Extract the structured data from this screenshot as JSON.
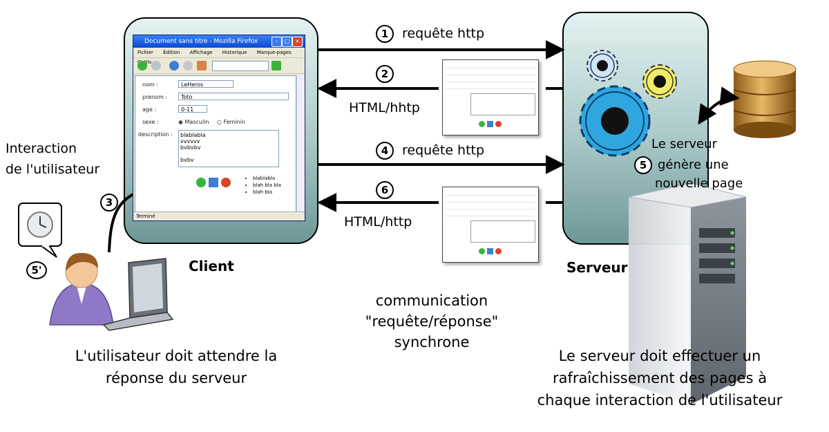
{
  "arrows": {
    "a1": {
      "num": "1",
      "label": "requête http"
    },
    "a2": {
      "num": "2",
      "label": "HTML/hhtp"
    },
    "a4": {
      "num": "4",
      "label": "requête http"
    },
    "a6": {
      "num": "6",
      "label": "HTML/http"
    }
  },
  "client": {
    "label": "Client",
    "interaction_line1": "Interaction",
    "interaction_line2": "de l'utilisateur",
    "step3": "3",
    "step5p": "5'",
    "caption_line1": "L'utilisateur doit attendre la",
    "caption_line2": "réponse du serveur"
  },
  "server": {
    "label": "Serveur",
    "gen_line1": "Le serveur",
    "gen_num": "5",
    "gen_line2": "génère une",
    "gen_line3": "nouvelle page",
    "caption_line1": "Le serveur doit effectuer un",
    "caption_line2": "rafraîchissement des pages à",
    "caption_line3": "chaque interaction de l'utilisateur"
  },
  "comm": {
    "line1": "communication",
    "line2": "\"requête/réponse\"",
    "line3": "synchrone"
  },
  "browser": {
    "title": "Document sans titre - Mozilla Firefox",
    "menu": [
      "Fichier",
      "Édition",
      "Affichage",
      "Historique",
      "Marque-pages",
      "Outils"
    ],
    "status": "Terminé",
    "form": {
      "nom_label": "nom :",
      "nom_value": "LeHeros",
      "prenom_label": "prenom :",
      "prenom_value": "Toto",
      "age_label": "age :",
      "age_value": "0-11",
      "sexe_label": "sexe :",
      "sexe_opt1": "Masculin",
      "sexe_opt2": "Feminin",
      "desc_label": "description :",
      "desc_value": "blablabla\nvvvvvv\nbvbvbv\n\nbvbv",
      "bullets": [
        "blablabla",
        "blah bla bla",
        "blah bla"
      ]
    }
  },
  "colors": {
    "panel_top": "#d9ecec",
    "panel_bottom": "#7da3a3",
    "gear_blue": "#2fa6df",
    "gear_yellow": "#f0ec6a",
    "gear_lightblue": "#cfe6f7",
    "db_gold": "#c98a2b"
  }
}
